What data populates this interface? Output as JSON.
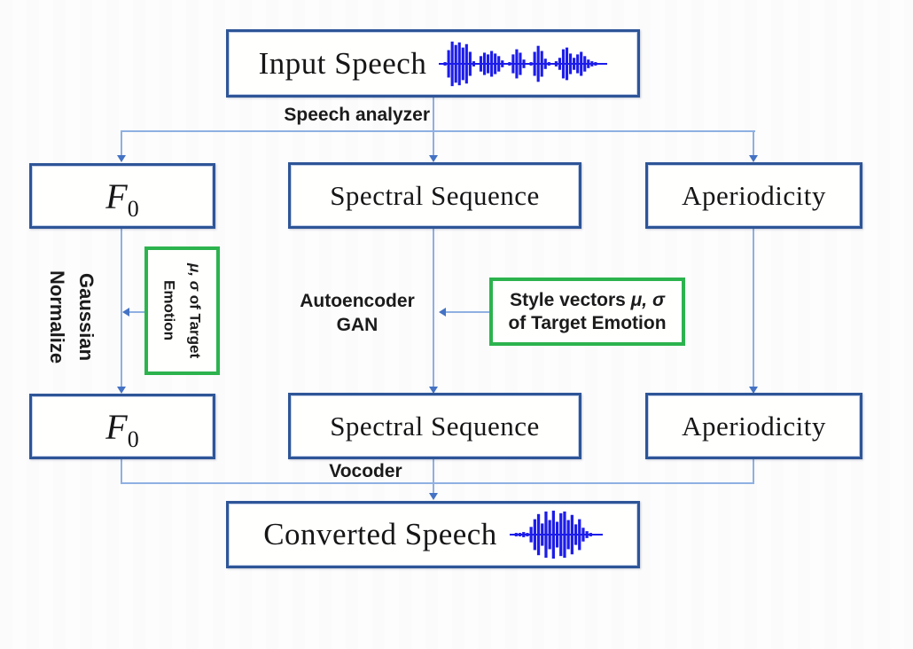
{
  "colors": {
    "box_border": "#2e5597",
    "connector": "#8fb0e2",
    "arrowhead": "#4472c4",
    "green_border": "#2cb34e",
    "waveform": "#1c1cea",
    "text": "#1b1b1b"
  },
  "icons": {
    "input_waveform": "waveform-bursts",
    "converted_waveform": "waveform-dense-burst"
  },
  "nodes": {
    "input_speech": {
      "label": "Input Speech"
    },
    "f0_top": {
      "main": "F",
      "sub": "0"
    },
    "spectral_top": {
      "label": "Spectral Sequence"
    },
    "aperiodicity_top": {
      "label": "Aperiodicity"
    },
    "f0_bottom": {
      "main": "F",
      "sub": "0"
    },
    "spectral_bottom": {
      "label": "Spectral Sequence"
    },
    "aperiodicity_bottom": {
      "label": "Aperiodicity"
    },
    "converted_speech": {
      "label": "Converted Speech"
    }
  },
  "process_labels": {
    "speech_analyzer": "Speech analyzer",
    "autoencoder_line1": "Autoencoder",
    "autoencoder_line2": "GAN",
    "vocoder": "Vocoder",
    "gaussian_line1": "Gaussian",
    "gaussian_line2": "Normalize"
  },
  "style_boxes": {
    "left": {
      "math": "μ, σ",
      "rest": " of Target",
      "line2": "Emotion"
    },
    "right": {
      "prefix": "Style vectors ",
      "math": "μ, σ",
      "line2": "of Target Emotion"
    }
  }
}
